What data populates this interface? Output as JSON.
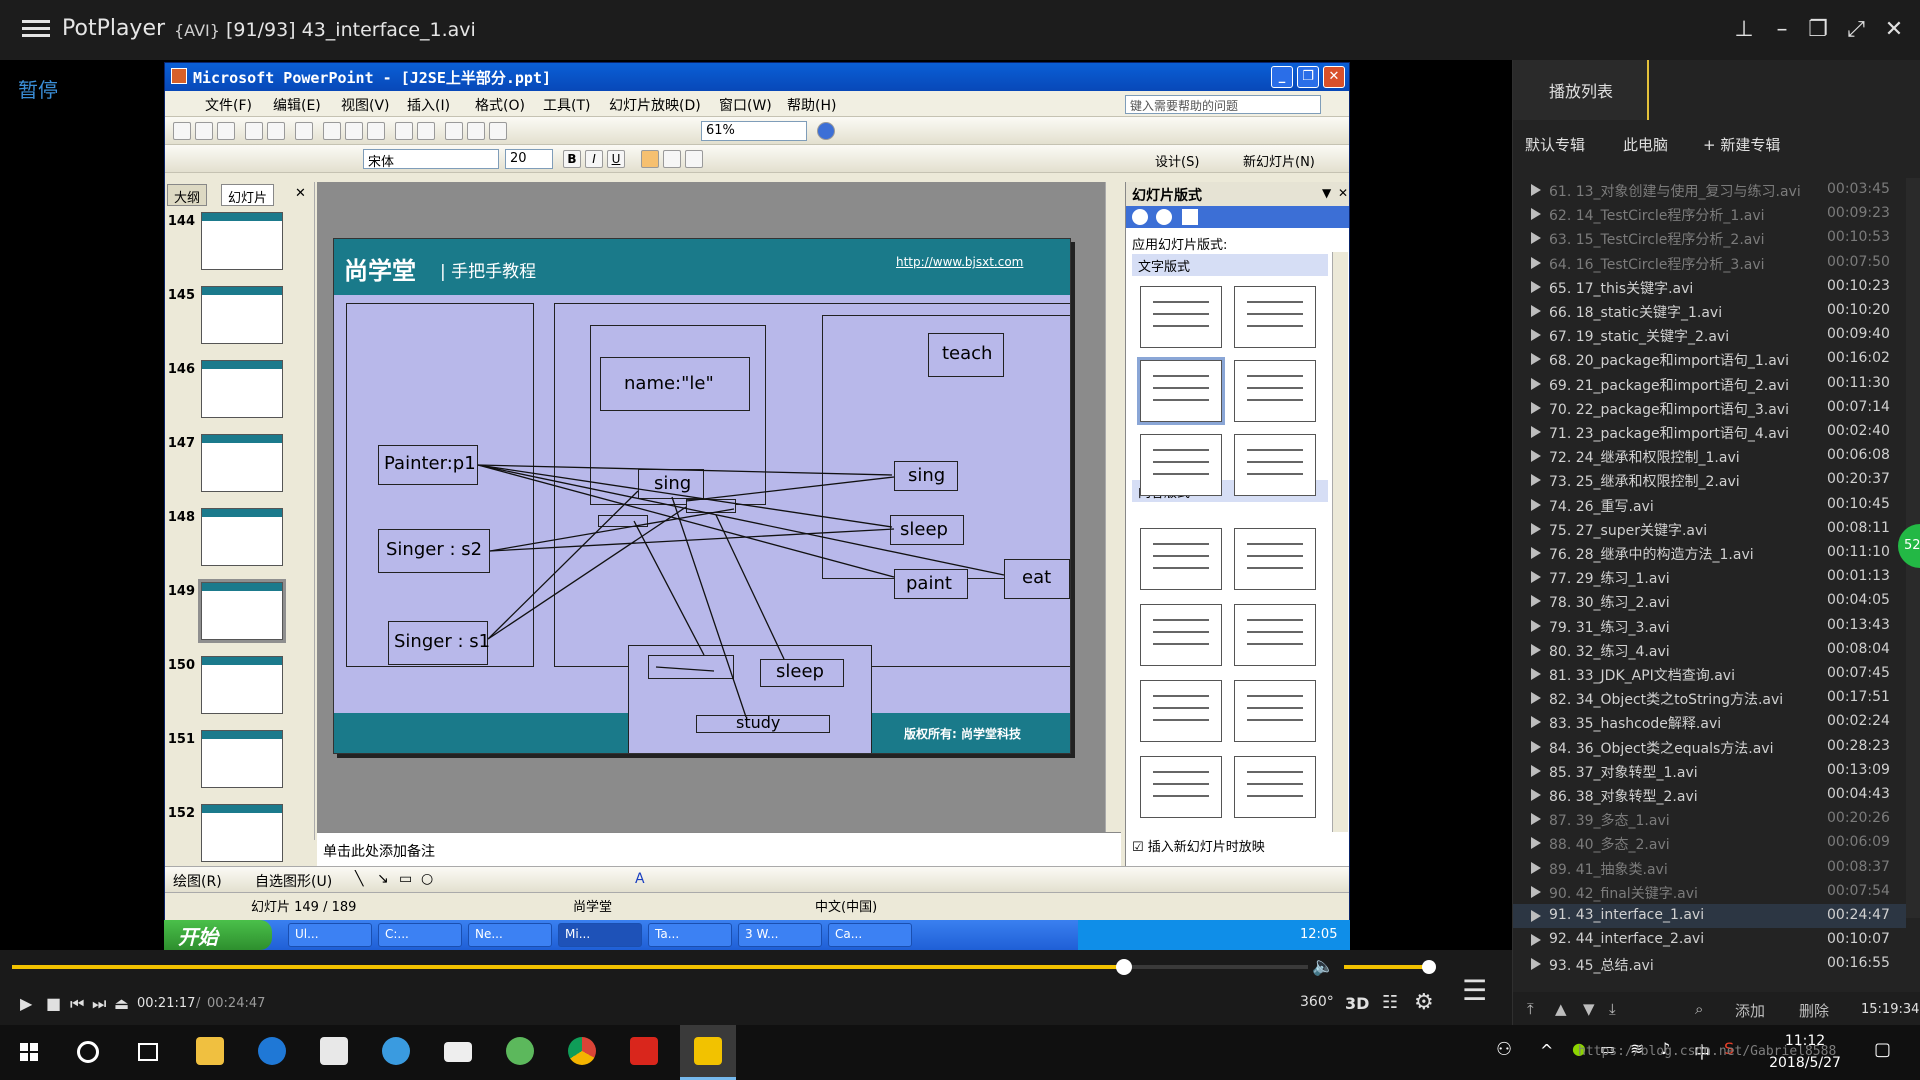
{
  "player": {
    "app_name": "PotPlayer",
    "format": "{AVI}",
    "file_title": "[91/93] 43_interface_1.avi",
    "state_label": "暂停",
    "time_current": "00:21:17",
    "time_separator": "/",
    "time_total": "00:24:47",
    "progress_fraction": 0.858,
    "volume_fraction": 1.0,
    "ctl_360": "360°",
    "ctl_3d": "3D"
  },
  "ppt": {
    "window_title": "Microsoft PowerPoint - [J2SE上半部分.ppt]",
    "menu": [
      "文件(F)",
      "编辑(E)",
      "视图(V)",
      "插入(I)",
      "格式(O)",
      "工具(T)",
      "幻灯片放映(D)",
      "窗口(W)",
      "帮助(H)"
    ],
    "help_placeholder": "键入需要帮助的问题",
    "zoom": "61%",
    "font_name": "宋体",
    "font_size": "20",
    "btn_design": "设计(S)",
    "btn_new_slide": "新幻灯片(N)",
    "left_tabs": [
      "大纲",
      "幻灯片"
    ],
    "thumbs": [
      "144",
      "145",
      "146",
      "147",
      "148",
      "149",
      "150",
      "151",
      "152"
    ],
    "selected_thumb": "149",
    "notes_placeholder": "单击此处添加备注",
    "draw_label": "绘图(R)",
    "autoshape_label": "自选图形(U)",
    "status_slide": "幻灯片 149 / 189",
    "status_design": "尚学堂",
    "status_lang": "中文(中国)",
    "task_pane": {
      "title": "幻灯片版式",
      "apply_label": "应用幻灯片版式:",
      "section_text": "文字版式",
      "section_content": "内容版式",
      "checkbox_label": "插入新幻灯片时放映",
      "checkbox_checked": true
    }
  },
  "slide": {
    "logo": "尚学堂",
    "subtitle": "| 手把手教程",
    "url": "http://www.bjsxt.com",
    "copyright": "版权所有: 尚学堂科技",
    "labels": {
      "painter": "Painter:p1",
      "singer_s2": "Singer : s2",
      "singer_s1": "Singer : s1",
      "name": "name:\"le\"",
      "sing_mid": "sing",
      "teach": "teach",
      "sing_right": "sing",
      "sleep_right": "sleep",
      "paint": "paint",
      "eat": "eat",
      "sleep_bottom": "sleep",
      "study": "study"
    }
  },
  "xp_taskbar": {
    "start": "开始",
    "tasks": [
      "Ul...",
      "C:...",
      "Ne...",
      "Mi...",
      "Ta...",
      "3 W...",
      "Ca..."
    ],
    "active_task": "Mi...",
    "clock": "12:05"
  },
  "playlist": {
    "title": "播放列表",
    "tabs": [
      "默认专辑",
      "此电脑",
      "+ 新建专辑"
    ],
    "current_index": 30,
    "items": [
      {
        "name": "61. 13_对象创建与使用_复习与练习.avi",
        "dur": "00:03:45",
        "dim": true
      },
      {
        "name": "62. 14_TestCircle程序分析_1.avi",
        "dur": "00:09:23",
        "dim": true
      },
      {
        "name": "63. 15_TestCircle程序分析_2.avi",
        "dur": "00:10:53",
        "dim": true
      },
      {
        "name": "64. 16_TestCircle程序分析_3.avi",
        "dur": "00:07:50",
        "dim": true
      },
      {
        "name": "65. 17_this关键字.avi",
        "dur": "00:10:23",
        "dim": false
      },
      {
        "name": "66. 18_static关键字_1.avi",
        "dur": "00:10:20",
        "dim": false
      },
      {
        "name": "67. 19_static_关键字_2.avi",
        "dur": "00:09:40",
        "dim": false
      },
      {
        "name": "68. 20_package和import语句_1.avi",
        "dur": "00:16:02",
        "dim": false
      },
      {
        "name": "69. 21_package和import语句_2.avi",
        "dur": "00:11:30",
        "dim": false
      },
      {
        "name": "70. 22_package和import语句_3.avi",
        "dur": "00:07:14",
        "dim": false
      },
      {
        "name": "71. 23_package和import语句_4.avi",
        "dur": "00:02:40",
        "dim": false
      },
      {
        "name": "72. 24_继承和权限控制_1.avi",
        "dur": "00:06:08",
        "dim": false
      },
      {
        "name": "73. 25_继承和权限控制_2.avi",
        "dur": "00:20:37",
        "dim": false
      },
      {
        "name": "74. 26_重写.avi",
        "dur": "00:10:45",
        "dim": false
      },
      {
        "name": "75. 27_super关键字.avi",
        "dur": "00:08:11",
        "dim": false
      },
      {
        "name": "76. 28_继承中的构造方法_1.avi",
        "dur": "00:11:10",
        "dim": false
      },
      {
        "name": "77. 29_练习_1.avi",
        "dur": "00:01:13",
        "dim": false
      },
      {
        "name": "78. 30_练习_2.avi",
        "dur": "00:04:05",
        "dim": false
      },
      {
        "name": "79. 31_练习_3.avi",
        "dur": "00:13:43",
        "dim": false
      },
      {
        "name": "80. 32_练习_4.avi",
        "dur": "00:08:04",
        "dim": false
      },
      {
        "name": "81. 33_JDK_API文档查询.avi",
        "dur": "00:07:45",
        "dim": false
      },
      {
        "name": "82. 34_Object类之toString方法.avi",
        "dur": "00:17:51",
        "dim": false
      },
      {
        "name": "83. 35_hashcode解释.avi",
        "dur": "00:02:24",
        "dim": false
      },
      {
        "name": "84. 36_Object类之equals方法.avi",
        "dur": "00:28:23",
        "dim": false
      },
      {
        "name": "85. 37_对象转型_1.avi",
        "dur": "00:13:09",
        "dim": false
      },
      {
        "name": "86. 38_对象转型_2.avi",
        "dur": "00:04:43",
        "dim": false
      },
      {
        "name": "87. 39_多态_1.avi",
        "dur": "00:20:26",
        "dim": true
      },
      {
        "name": "88. 40_多态_2.avi",
        "dur": "00:06:09",
        "dim": true
      },
      {
        "name": "89. 41_抽象类.avi",
        "dur": "00:08:37",
        "dim": true
      },
      {
        "name": "90. 42_final关键字.avi",
        "dur": "00:07:54",
        "dim": true
      },
      {
        "name": "91. 43_interface_1.avi",
        "dur": "00:24:47",
        "dim": false
      },
      {
        "name": "92. 44_interface_2.avi",
        "dur": "00:10:07",
        "dim": false
      },
      {
        "name": "93. 45_总结.avi",
        "dur": "00:16:55",
        "dim": false
      }
    ],
    "btn_add": "添加",
    "btn_delete": "删除",
    "clock": "15:19:34"
  },
  "w10": {
    "clock": "11:12",
    "date": "2018/5/27",
    "ime": "中",
    "watermark": "https://blog.csdn.net/Gabriel8588"
  },
  "badge": "52",
  "colors": {
    "accent_blue": "#3b8fd8",
    "seek_yellow": "#f2c200",
    "slide_teal": "#1a7a8a",
    "slide_bg": "#b8b8ea"
  }
}
